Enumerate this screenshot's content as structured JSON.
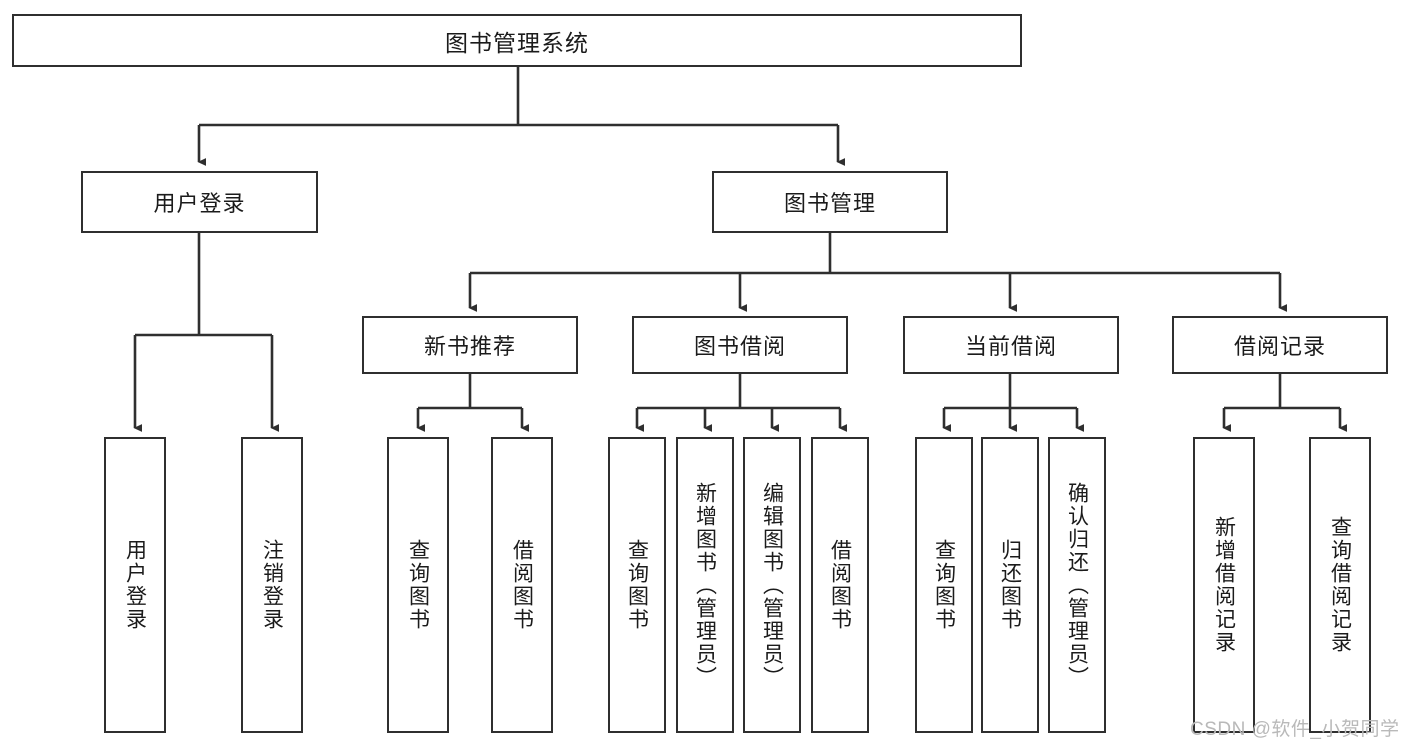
{
  "diagram": {
    "title": "图书管理系统",
    "watermark": "CSDN @软件_小贺同学",
    "colors": {
      "box_border": "#2f2f2f",
      "box_fill": "#ffffff",
      "wire": "#2f2f2f",
      "text": "#1b1b1b",
      "watermark": "#b9b9b9",
      "background": "#ffffff"
    },
    "nodes": {
      "root": "图书管理系统",
      "level2": [
        "用户登录",
        "图书管理"
      ],
      "level3": [
        "新书推荐",
        "图书借阅",
        "当前借阅",
        "借阅记录"
      ],
      "leaves": {
        "user_login": [
          "用户登录",
          "注销登录"
        ],
        "new_book_recommend": [
          "查询图书",
          "借阅图书"
        ],
        "book_borrow": [
          "查询图书",
          "新增图书（管理员）",
          "编辑图书（管理员）",
          "借阅图书"
        ],
        "current_borrow": [
          "查询图书",
          "归还图书",
          "确认归还（管理员）"
        ],
        "borrow_record": [
          "新增借阅记录",
          "查询借阅记录"
        ]
      }
    }
  }
}
